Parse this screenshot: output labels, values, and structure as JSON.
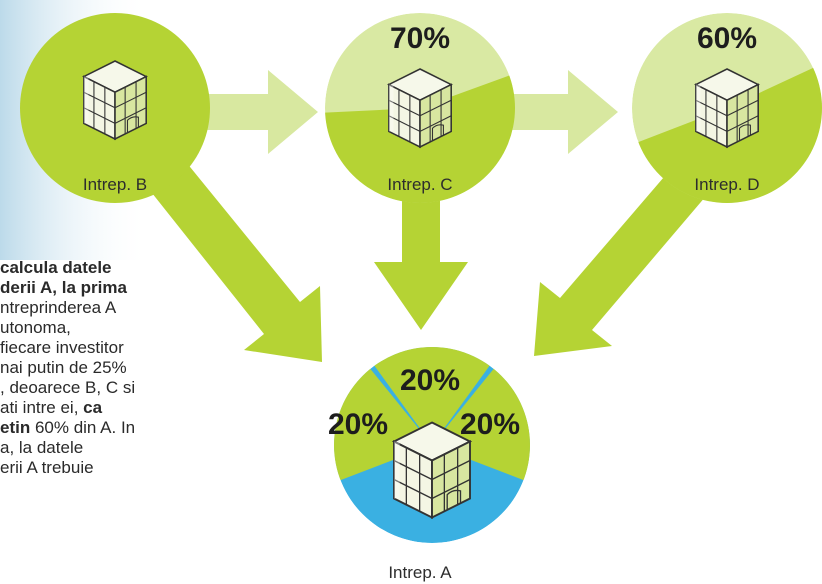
{
  "nodes": {
    "b": {
      "label": "Intrep. B"
    },
    "c": {
      "label": "Intrep. C",
      "percent_text": "70%",
      "share": 0.7
    },
    "d": {
      "label": "Intrep. D",
      "percent_text": "60%",
      "share": 0.6
    },
    "a": {
      "label": "Intrep. A",
      "slices": [
        {
          "label": "20%",
          "share": 0.2
        },
        {
          "label": "20%",
          "share": 0.2
        },
        {
          "label": "20%",
          "share": 0.2
        }
      ]
    }
  },
  "side_text": [
    [
      {
        "t": "calcula datele",
        "b": true
      }
    ],
    [
      {
        "t": "derii A, la prima",
        "b": true
      }
    ],
    [
      {
        "t": "ntreprinderea A",
        "b": false
      }
    ],
    [
      {
        "t": "utonoma,",
        "b": false
      }
    ],
    [
      {
        "t": " fiecare investitor",
        "b": false
      }
    ],
    [
      {
        "t": "nai putin de 25%",
        "b": false
      }
    ],
    [
      {
        "t": ", deoarece B, C si",
        "b": false
      }
    ],
    [
      {
        "t": "ati intre ei, ",
        "b": false
      },
      {
        "t": "ca",
        "b": true
      }
    ],
    [
      {
        "t": "etin",
        "b": true
      },
      {
        "t": " 60% din A. In",
        "b": false
      }
    ],
    [
      {
        "t": "a, la datele",
        "b": false
      }
    ],
    [
      {
        "t": "erii A trebuie",
        "b": false
      }
    ]
  ],
  "colors": {
    "green_dark": "#b5d334",
    "green_light": "#d9e9a3",
    "blue": "#3ab0e2",
    "background_gradient": "#c9e2ef"
  }
}
